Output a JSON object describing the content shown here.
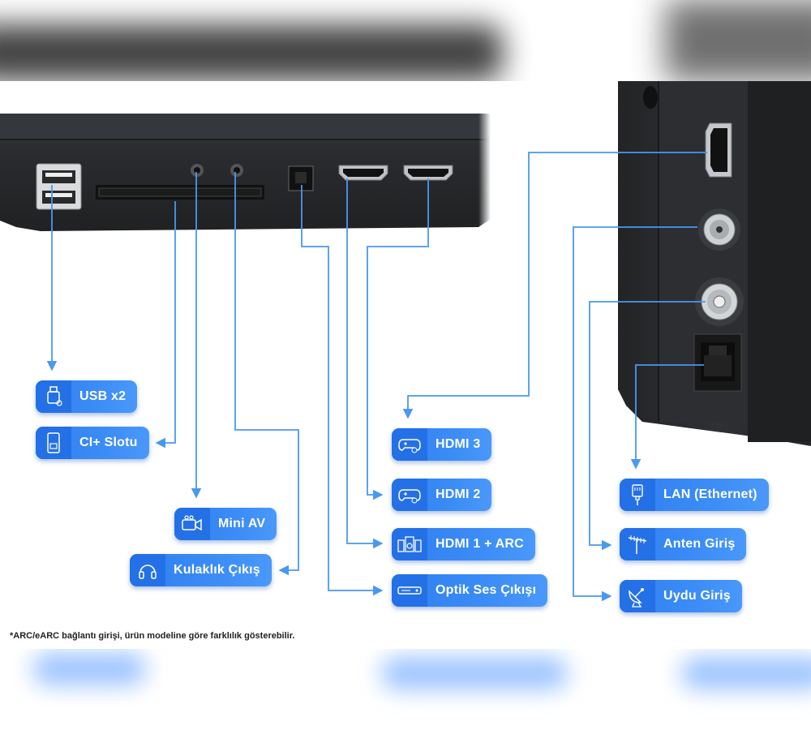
{
  "labels": {
    "usb": "USB x2",
    "ci_slot": "CI+ Slotu",
    "mini_av": "Mini AV",
    "headphone": "Kulaklık Çıkış",
    "hdmi3": "HDMI 3",
    "hdmi2": "HDMI 2",
    "hdmi1": "HDMI 1 + ARC",
    "optical": "Optik Ses Çıkışı",
    "lan": "LAN (Ethernet)",
    "antenna": "Anten Giriş",
    "satellite": "Uydu Giriş"
  },
  "footnote": "*ARC/eARC bağlantı girişi, ürün modeline göre farklılık gösterebilir.",
  "colors": {
    "accent": "#3b8cf6",
    "accent_dark": "#2470e6",
    "line": "#4a98f0",
    "tv_body": "#2b2d30"
  },
  "icons": {
    "usb": "usb-stick-icon",
    "ci_slot": "ci-card-icon",
    "mini_av": "video-camera-icon",
    "headphone": "headphones-icon",
    "hdmi3": "gamepad-icon",
    "hdmi2": "gamepad-icon",
    "hdmi1": "speaker-system-icon",
    "optical": "soundbar-icon",
    "lan": "ethernet-plug-icon",
    "antenna": "antenna-icon",
    "satellite": "satellite-dish-icon"
  }
}
